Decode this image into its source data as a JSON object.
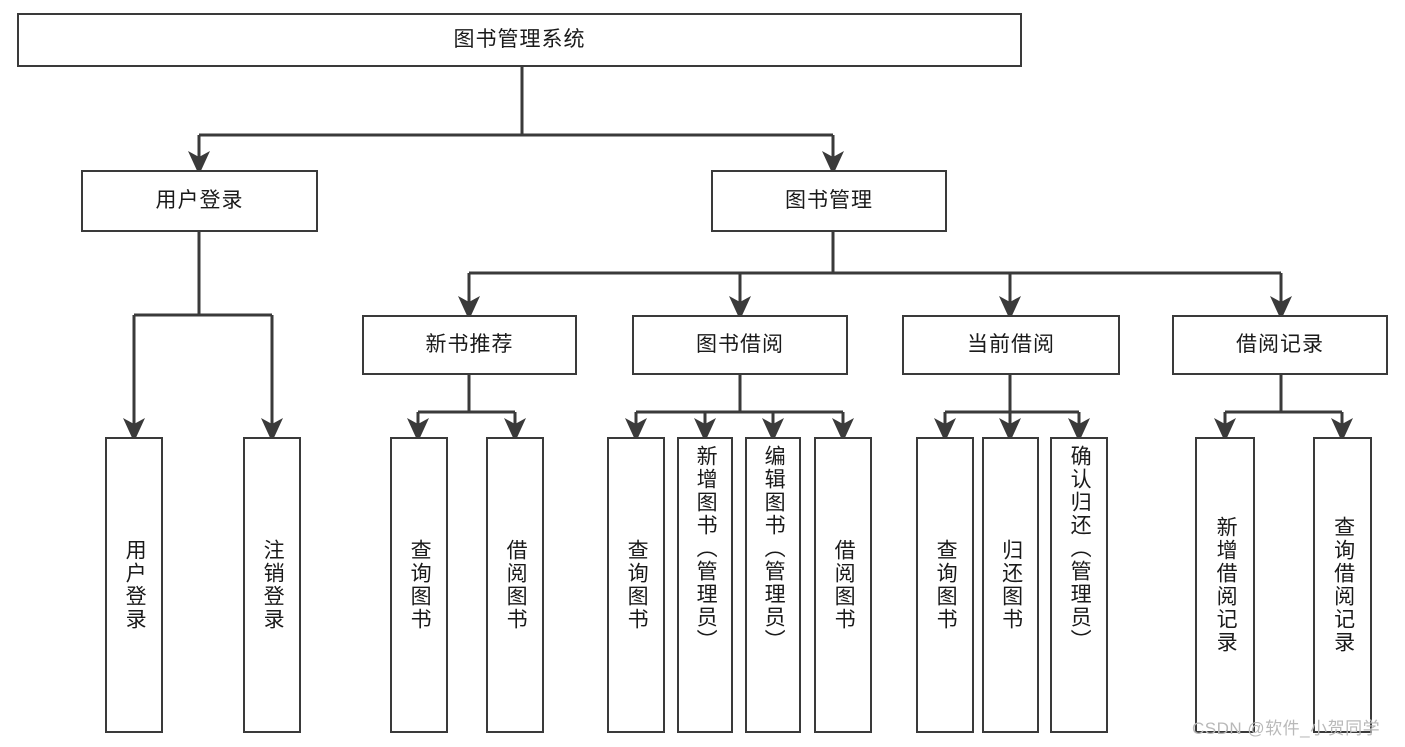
{
  "diagram": {
    "type": "tree",
    "title": "图书管理系统",
    "colors": {
      "box_border": "#3a3a3a",
      "box_fill": "#ffffff",
      "connector": "#3a3a3a",
      "text": "#1a1a1a",
      "watermark": "#b9b9b9",
      "background": "#ffffff"
    },
    "root": {
      "label": "图书管理系统"
    },
    "level2": [
      {
        "label": "用户登录"
      },
      {
        "label": "图书管理"
      }
    ],
    "level3": [
      {
        "label": "新书推荐"
      },
      {
        "label": "图书借阅"
      },
      {
        "label": "当前借阅"
      },
      {
        "label": "借阅记录"
      }
    ],
    "leaves": {
      "user_login": [
        {
          "label": "用户登录"
        },
        {
          "label": "注销登录"
        }
      ],
      "new_book_recommend": [
        {
          "label": "查询图书"
        },
        {
          "label": "借阅图书"
        }
      ],
      "book_borrow": [
        {
          "label": "查询图书"
        },
        {
          "label": "新增图书（管理员）"
        },
        {
          "label": "编辑图书（管理员）"
        },
        {
          "label": "借阅图书"
        }
      ],
      "current_borrow": [
        {
          "label": "查询图书"
        },
        {
          "label": "归还图书"
        },
        {
          "label": "确认归还（管理员）"
        }
      ],
      "borrow_record": [
        {
          "label": "新增借阅记录"
        },
        {
          "label": "查询借阅记录"
        }
      ]
    },
    "watermark": "CSDN @软件_小贺同学"
  }
}
